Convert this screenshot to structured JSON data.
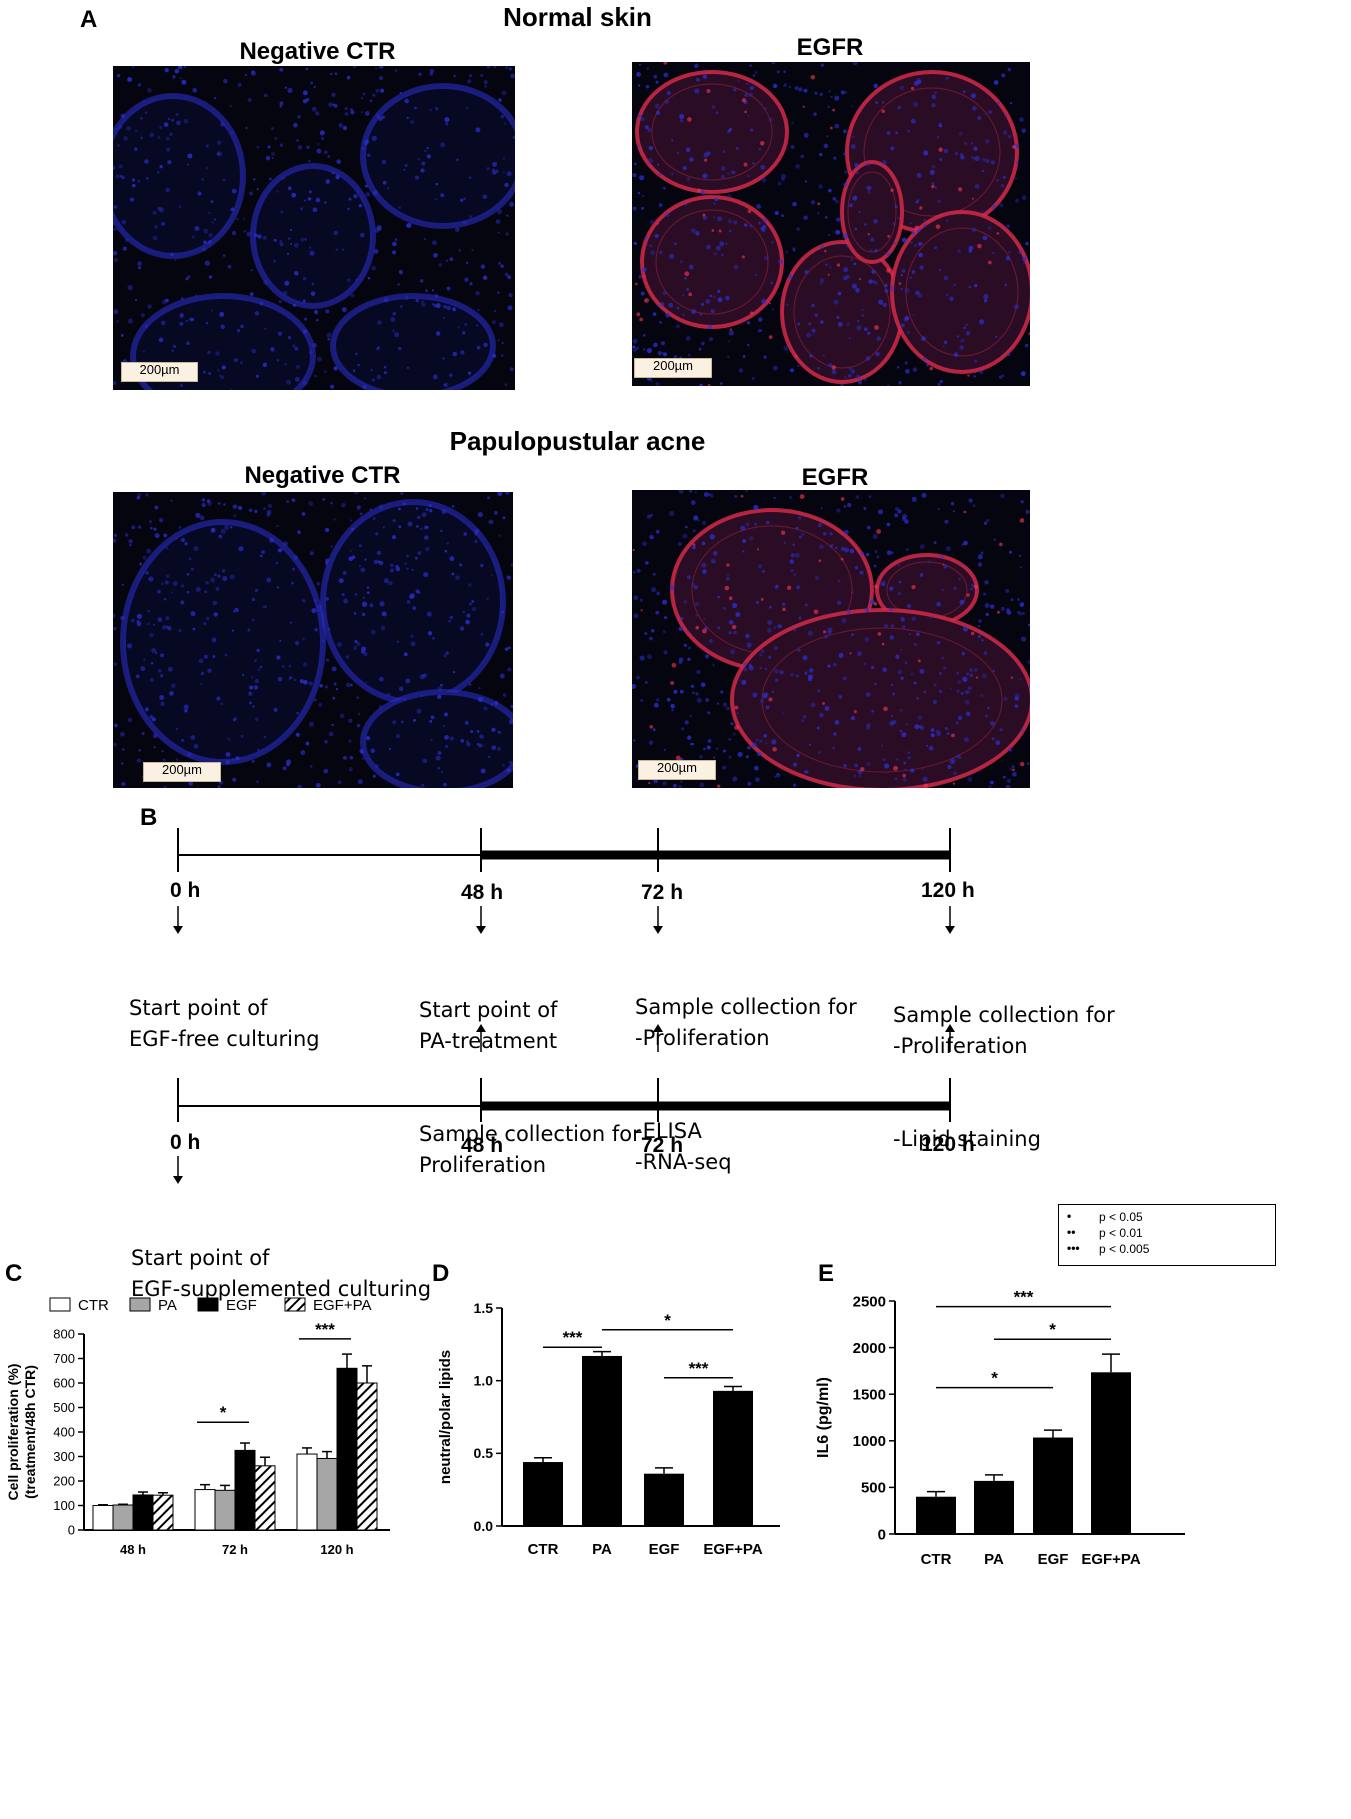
{
  "panel_a": {
    "letter": "A",
    "rows": [
      {
        "title": "Normal skin",
        "left_label": "Negative CTR",
        "right_label": "EGFR"
      },
      {
        "title": "Papulopustular acne",
        "left_label": "Negative CTR",
        "right_label": "EGFR"
      }
    ],
    "scale_bar": "200µm",
    "colors": {
      "nuclei": "#2a2fd0",
      "egfr_stain": "#d42a4a",
      "background": "#050510"
    }
  },
  "panel_b": {
    "letter": "B",
    "top_ticks": [
      "0 h",
      "48 h",
      "72 h",
      "120 h"
    ],
    "bottom_ticks": [
      "0 h",
      "48 h",
      "72 h",
      "120 h"
    ],
    "notes": {
      "t0_top": [
        "Start point of",
        "EGF-free culturing"
      ],
      "t48": [
        "Start point of",
        "PA-treatment",
        "Sample collection for",
        "Proliferation"
      ],
      "t72": [
        "Sample collection for",
        "-Proliferation",
        "-ELISA",
        "-RNA-seq"
      ],
      "t120": [
        "Sample collection for",
        "-Proliferation",
        "-Lipid staining"
      ],
      "t0_bottom": [
        "Start point of",
        "EGF-supplemented culturing"
      ]
    }
  },
  "significance_legend": [
    {
      "symbol": "•",
      "label": "p < 0.05"
    },
    {
      "symbol": "••",
      "label": "p < 0.01"
    },
    {
      "symbol": "•••",
      "label": "p < 0.005"
    }
  ],
  "chart_data": [
    {
      "panel": "C",
      "type": "bar",
      "title": "",
      "ylabel": "Cell proliferation (%)\n(treatment/48h CTR)",
      "xlabel": "",
      "categories": [
        "48 h",
        "72 h",
        "120 h"
      ],
      "ylim": [
        0,
        800
      ],
      "yticks": [
        0,
        100,
        200,
        300,
        400,
        500,
        600,
        700,
        800
      ],
      "legend": "top",
      "series": [
        {
          "name": "CTR",
          "fill": "#ffffff",
          "values": [
            100,
            165,
            310
          ],
          "errors": [
            3,
            20,
            25
          ]
        },
        {
          "name": "PA",
          "fill": "#a6a6a6",
          "values": [
            102,
            162,
            292
          ],
          "errors": [
            3,
            20,
            28
          ]
        },
        {
          "name": "EGF",
          "fill": "#000000",
          "values": [
            143,
            325,
            660
          ],
          "errors": [
            12,
            30,
            58
          ]
        },
        {
          "name": "EGF+PA",
          "fill": "hatch",
          "values": [
            142,
            262,
            600
          ],
          "errors": [
            10,
            35,
            70
          ]
        }
      ],
      "significance": [
        {
          "group": "72 h",
          "from": "CTR",
          "to": "EGF",
          "label": "*",
          "y": 440
        },
        {
          "group": "120 h",
          "from": "CTR",
          "to": "EGF",
          "label": "***",
          "y": 780
        }
      ]
    },
    {
      "panel": "D",
      "type": "bar",
      "title": "",
      "ylabel": "neutral/polar lipids",
      "xlabel": "",
      "categories": [
        "CTR",
        "PA",
        "EGF",
        "EGF+PA"
      ],
      "values": [
        0.44,
        1.17,
        0.36,
        0.93
      ],
      "errors": [
        0.03,
        0.03,
        0.04,
        0.03
      ],
      "ylim": [
        0,
        1.5
      ],
      "yticks": [
        0.0,
        0.5,
        1.0,
        1.5
      ],
      "ytick_labels": [
        "0.0",
        "0.5",
        "1.0",
        "1.5"
      ],
      "significance": [
        {
          "from": "CTR",
          "to": "PA",
          "label": "***",
          "y": 1.23
        },
        {
          "from": "PA",
          "to": "EGF+PA",
          "label": "*",
          "y": 1.35
        },
        {
          "from": "EGF",
          "to": "EGF+PA",
          "label": "***",
          "y": 1.02
        }
      ]
    },
    {
      "panel": "E",
      "type": "bar",
      "title": "",
      "ylabel": "IL6 (pg/ml)",
      "xlabel": "",
      "categories": [
        "CTR",
        "PA",
        "EGF",
        "EGF+PA"
      ],
      "values": [
        400,
        570,
        1035,
        1735
      ],
      "errors": [
        55,
        65,
        80,
        195
      ],
      "ylim": [
        0,
        2500
      ],
      "yticks": [
        0,
        500,
        1000,
        1500,
        2000,
        2500
      ],
      "significance": [
        {
          "from": "CTR",
          "to": "EGF+PA",
          "label": "***",
          "y": 2440
        },
        {
          "from": "PA",
          "to": "EGF+PA",
          "label": "*",
          "y": 2090
        },
        {
          "from": "CTR",
          "to": "EGF",
          "label": "*",
          "y": 1570
        }
      ]
    }
  ]
}
